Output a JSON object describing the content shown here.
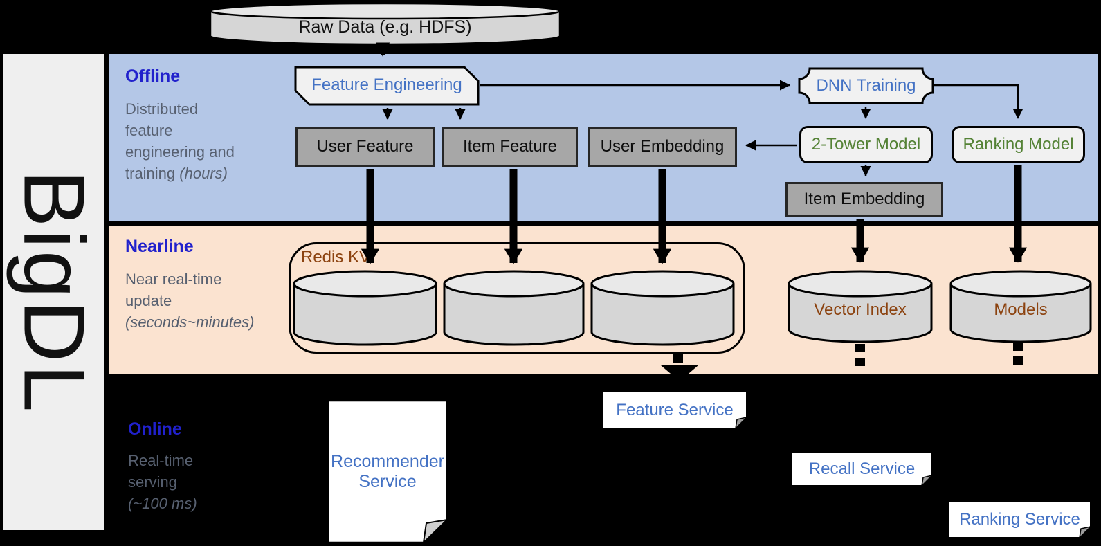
{
  "sidebar": {
    "label": "BigDL"
  },
  "raw_data": {
    "label": "Raw Data (e.g. HDFS)"
  },
  "offline": {
    "title": "Offline",
    "description": "Distributed feature engineering and training ",
    "description_italic": "(hours)",
    "nodes": {
      "feature_engineering": "Feature Engineering",
      "user_feature": "User Feature",
      "item_feature": "Item Feature",
      "user_embedding": "User Embedding",
      "dnn_training": "DNN Training",
      "two_tower_model": "2-Tower Model",
      "ranking_model": "Ranking Model",
      "item_embedding": "Item Embedding"
    }
  },
  "nearline": {
    "title": "Nearline",
    "description": "Near real-time update ",
    "description_italic": "(seconds~minutes)",
    "redis_label": "Redis KV",
    "vector_index": "Vector Index",
    "models": "Models"
  },
  "online": {
    "title": "Online",
    "description": "Real-time serving ",
    "description_italic": "(~100 ms)",
    "services": {
      "recommender": "Recommender Service",
      "feature": "Feature Service",
      "recall": "Recall Service",
      "ranking": "Ranking Service"
    }
  },
  "colors": {
    "band_offline": "#b4c7e7",
    "band_nearline": "#fbe3d0",
    "online_background": "#000000",
    "heading_blue": "#2121cc",
    "node_text_blue": "#4472c4",
    "node_text_green": "#548235",
    "storage_text_brown": "#8c4310",
    "gray_node_fill": "#a7a7a7",
    "light_node_fill": "#f1f1f1",
    "cylinder_fill": "#d6d6d6"
  }
}
